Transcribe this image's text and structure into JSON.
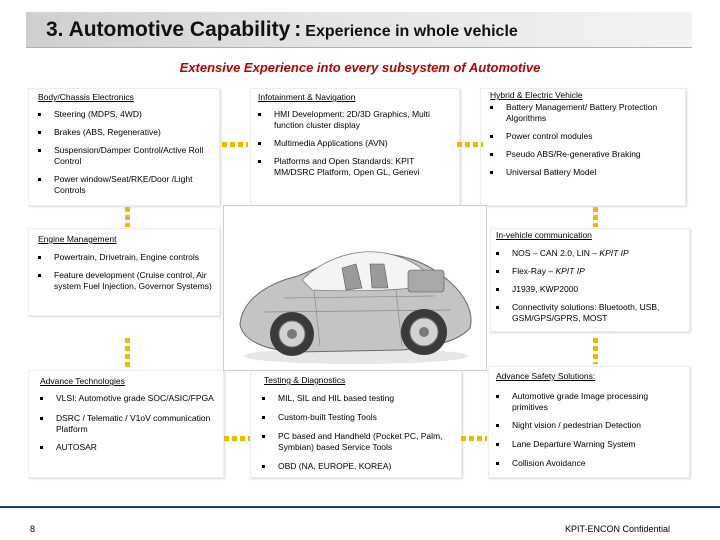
{
  "header": {
    "title_main": "3. Automotive Capability",
    "title_colon": ":",
    "title_sub": "Experience in whole vehicle",
    "subtitle": "Extensive Experience into every subsystem of Automotive"
  },
  "panels": {
    "body_chassis": {
      "heading": "Body/Chassis Electronics",
      "items": [
        "Steering (MDPS, 4WD)",
        "Brakes (ABS, Regenerative)",
        "Suspension/Damper Control/Active Roll Control",
        "Power window/Seat/RKE/Door /Light Controls"
      ]
    },
    "infotainment": {
      "heading": "Infotainment & Navigation",
      "items": [
        "HMI Development: 2D/3D Graphics, Multi function cluster display",
        "Multimedia Applications (AVN)",
        "Platforms and Open Standards: KPIT MM/DSRC Platform, Open GL, Genevi"
      ]
    },
    "hybrid": {
      "heading": "Hybrid & Electric Vehicle",
      "items": [
        "Battery Management/ Battery Protection Algorithms",
        "Power control modules",
        "Pseudo ABS/Re-generative Braking",
        "Universal Battery Model"
      ]
    },
    "engine": {
      "heading": "Engine Management",
      "items": [
        "Powertrain, Drivetrain, Engine controls",
        "Feature development (Cruise control, Air system Fuel Injection, Governor Systems)"
      ]
    },
    "in_vehicle": {
      "heading": "In-vehicle communication",
      "items": [
        {
          "text": "NOS – CAN 2.0, LIN – ",
          "italic": "KPIT IP"
        },
        {
          "text": "Flex-Ray – ",
          "italic": "KPIT IP"
        },
        {
          "text": "J1939, KWP2000",
          "italic": ""
        },
        {
          "text": "Connectivity solutions: Bluetooth, USB, GSM/GPS/GPRS, MOST",
          "italic": ""
        }
      ]
    },
    "advance_tech": {
      "heading": "Advance Technologies",
      "items": [
        "VLSI: Automotive grade SOC/ASIC/FPGA",
        "DSRC / Telematic / V1oV communication Platform",
        "AUTOSAR"
      ]
    },
    "testing": {
      "heading": "Testing & Diagnostics",
      "items": [
        "MIL, SIL and HIL based testing",
        "Custom-built Testing Tools",
        "PC based and Handheld (Pocket PC, Palm, Symbian) based Service Tools",
        "OBD (NA, EUROPE, KOREA)"
      ]
    },
    "safety": {
      "heading": "Advance Safety Solutions:",
      "items": [
        "Automotive grade Image processing primitives",
        "Night vision / pedestrian Detection",
        "Lane Departure Warning System",
        "Collision Avoidance"
      ]
    }
  },
  "footer": {
    "page_number": "8",
    "confidential": "KPIT-ENCON Confidential"
  },
  "colors": {
    "subtitle_red": "#c00000",
    "connector_yellow": "#f0b800",
    "footer_line_blue": "#1f3a93",
    "car_body": "#c4c4c4"
  }
}
